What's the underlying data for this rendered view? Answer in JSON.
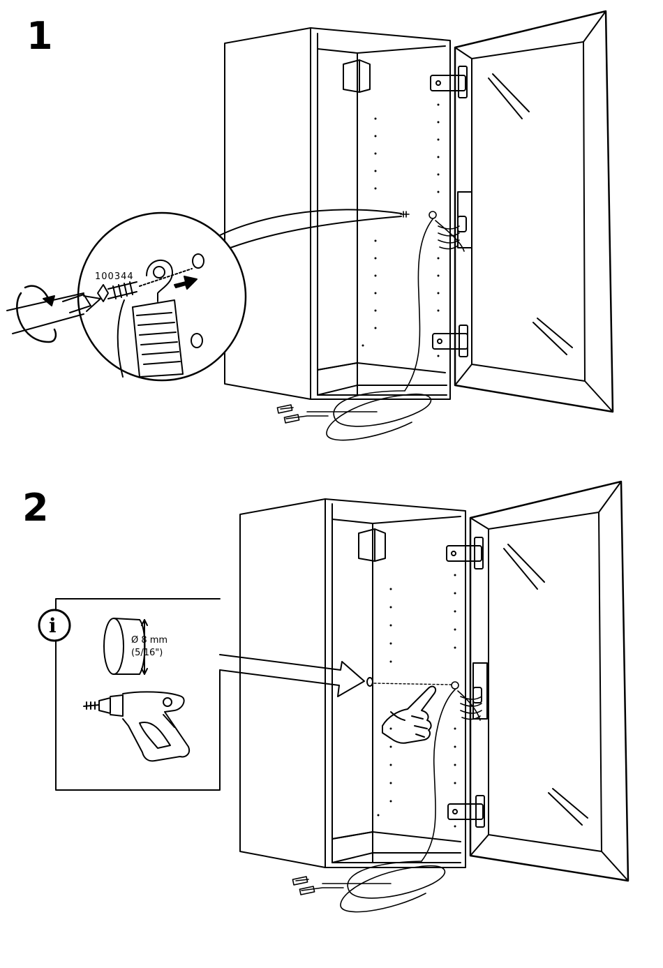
{
  "steps": [
    {
      "number": "1",
      "part_number": "100344"
    },
    {
      "number": "2",
      "info_symbol": "i",
      "drill_diameter": "Ø 8 mm",
      "drill_diameter_inch": "(5/16\")"
    }
  ],
  "icons": [
    "screwdriver-icon",
    "rotation-arrow-icon",
    "push-arrow-icon",
    "drill-icon",
    "pointing-hand-icon",
    "info-icon"
  ]
}
